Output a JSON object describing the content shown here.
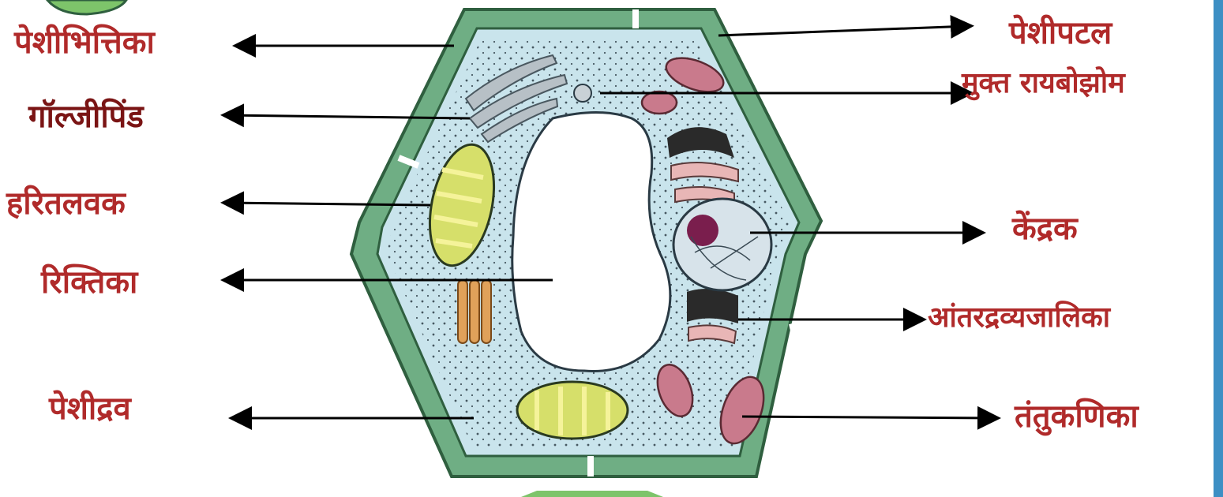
{
  "labels_left": [
    {
      "id": "cell-wall",
      "text": "पेशीभित्तिका"
    },
    {
      "id": "golgi",
      "text": "गॉल्जीपिंड"
    },
    {
      "id": "chloroplast",
      "text": "हरितलवक"
    },
    {
      "id": "vacuole",
      "text": "रिक्तिका"
    },
    {
      "id": "cytoplasm",
      "text": "पेशीद्रव"
    }
  ],
  "labels_right": [
    {
      "id": "cell-membrane",
      "text": "पेशीपटल"
    },
    {
      "id": "ribosome",
      "text": "मुक्त रायबोझोम"
    },
    {
      "id": "nucleus",
      "text": "केंद्रक"
    },
    {
      "id": "er",
      "text": "आंतरद्रव्यजालिका"
    },
    {
      "id": "mitochondria",
      "text": "तंतुकणिका"
    }
  ],
  "colors": {
    "label_text": "#b02a2a",
    "dark_label_text": "#7a1414",
    "cell_wall": "#6fae84",
    "cell_wall_dark": "#2f5f3f",
    "cytoplasm": "#c9e4ec",
    "vacuole": "#ffffff",
    "chloroplast": "#d6df6a",
    "mitochondria": "#c97a8c",
    "nucleus_fill": "#d7e3ea",
    "nucleolus": "#7a1e4d",
    "golgi": "#b7c0c6",
    "arrow": "#000000",
    "accent_bar": "#3d8fc4",
    "badge": "#7dc46a"
  }
}
